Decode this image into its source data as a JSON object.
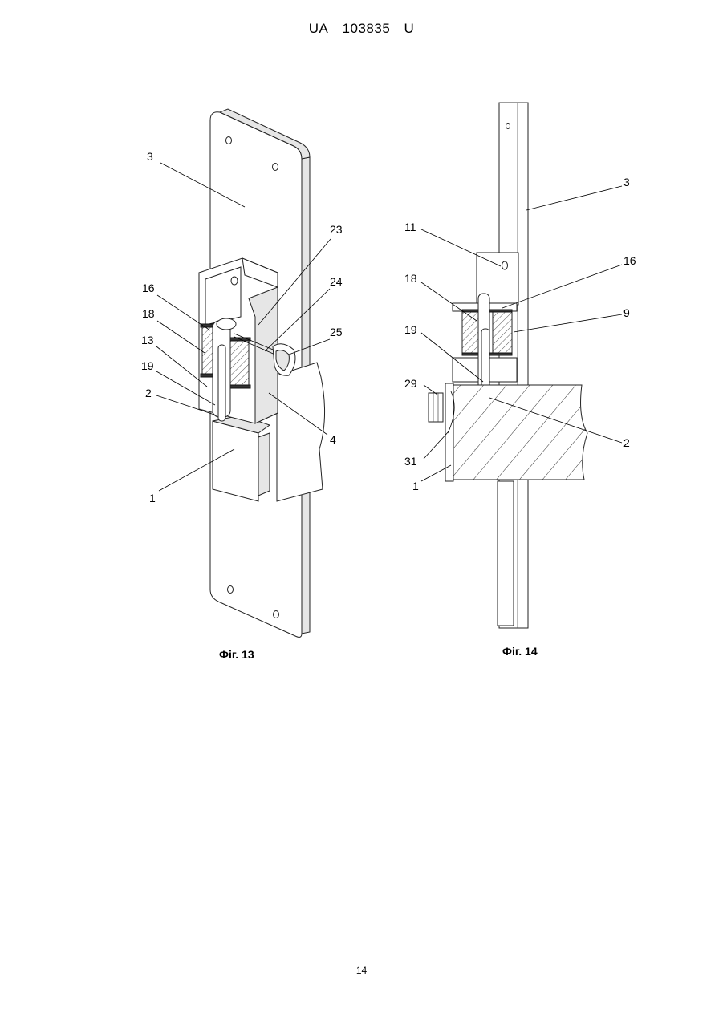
{
  "header": {
    "country": "UA",
    "number": "103835",
    "kind": "U"
  },
  "page_number": "14",
  "figure13": {
    "caption": "Фіг. 13",
    "labels": {
      "l3": "3",
      "l23": "23",
      "l24": "24",
      "l16": "16",
      "l18": "18",
      "l25": "25",
      "l13": "13",
      "l19": "19",
      "l2": "2",
      "l4": "4",
      "l1": "1"
    }
  },
  "figure14": {
    "caption": "Фіг. 14",
    "labels": {
      "l3": "3",
      "l11": "11",
      "l16": "16",
      "l18": "18",
      "l9": "9",
      "l19": "19",
      "l29": "29",
      "l2": "2",
      "l31": "31",
      "l1": "1"
    }
  }
}
